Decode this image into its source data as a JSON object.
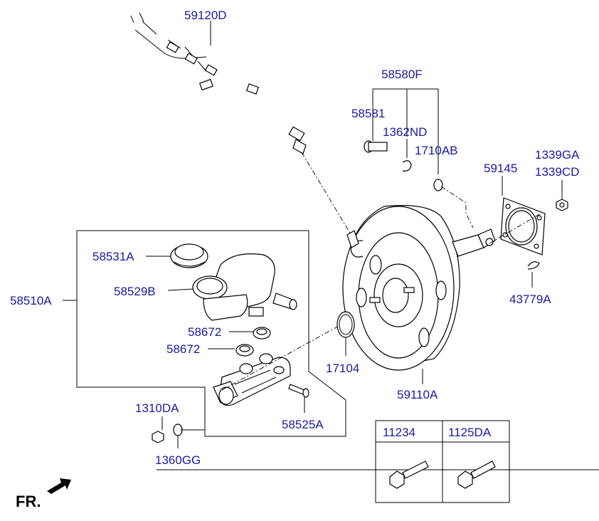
{
  "labels": {
    "hose": "59120D",
    "pin_group": "58580F",
    "pin": "58581",
    "clip": "1362ND",
    "washer_top": "1710AB",
    "gasket": "59145",
    "nut_a": "1339GA",
    "nut_b": "1339CD",
    "master_assy": "58510A",
    "cap": "58531A",
    "reservoir": "58529B",
    "grommet_1": "58672",
    "grommet_2": "58672",
    "oring": "17104",
    "booster": "59110A",
    "snap": "43779A",
    "nut_small": "1310DA",
    "washer_small": "1360GG",
    "bolt": "58525A"
  },
  "table": {
    "col1": "11234",
    "col2": "1125DA"
  },
  "footer": {
    "direction": "FR."
  }
}
